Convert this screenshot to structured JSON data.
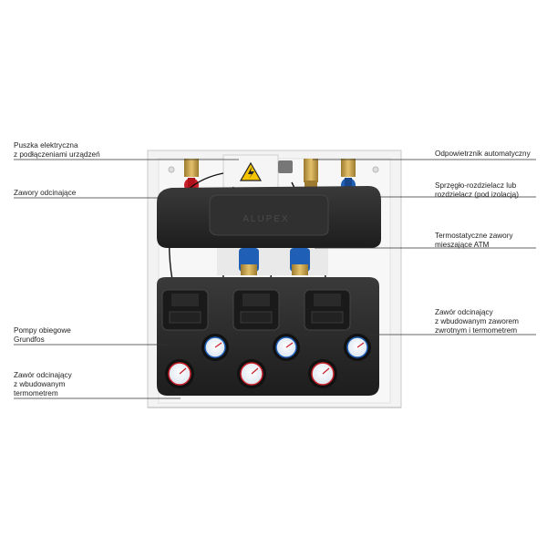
{
  "labels": {
    "left": [
      {
        "id": "electrical-box",
        "lines": [
          "Puszka elektryczna",
          "z podłączeniami urządzeń"
        ]
      },
      {
        "id": "shutoff-valves",
        "lines": [
          "Zawory odcinające"
        ]
      },
      {
        "id": "grundfos-pumps",
        "lines": [
          "Pompy obiegowe",
          "Grundfos"
        ]
      },
      {
        "id": "valve-thermometer",
        "lines": [
          "Zawór odcinający",
          "z wbudowanym",
          "termometrem"
        ]
      }
    ],
    "right": [
      {
        "id": "auto-air-vent",
        "lines": [
          "Odpowietrznik automatyczny"
        ]
      },
      {
        "id": "coupler-manifold",
        "lines": [
          "Sprzęgło-rozdzielacz lub",
          "rozdzielacz (pod izolacją)"
        ]
      },
      {
        "id": "atm-mixing-valves",
        "lines": [
          "Termostatyczne zawory",
          "mieszające ATM"
        ]
      },
      {
        "id": "valve-check-thermometer",
        "lines": [
          "Zawór odcinający",
          "z wbudowanym zaworem",
          "zwrotnym i termometrem"
        ]
      }
    ]
  },
  "colors": {
    "cabinet": "#f2f2f2",
    "insulation": "#2b2b2b",
    "valve_red": "#c8202a",
    "valve_blue": "#1f5fb5",
    "warning_yellow": "#f4c400",
    "brass": "#c9a24a"
  },
  "icons": [
    "high-voltage-warning-icon"
  ]
}
